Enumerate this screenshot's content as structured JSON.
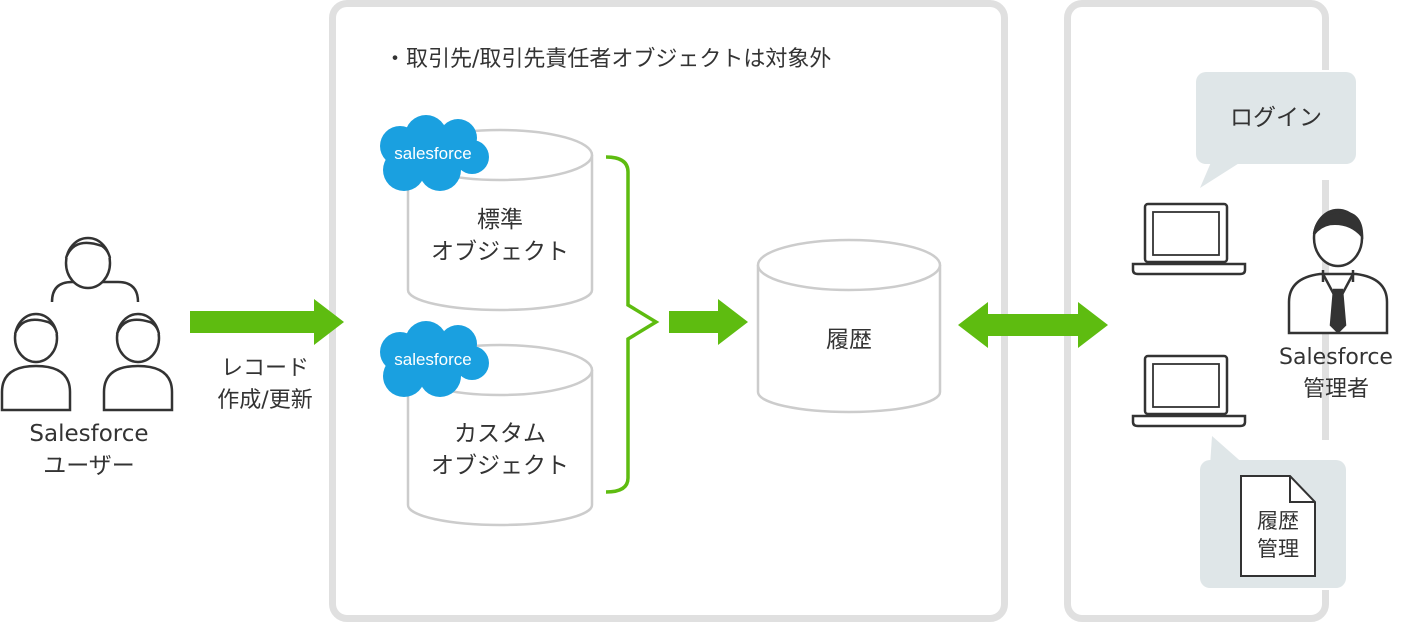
{
  "note": "・取引先/取引先責任者オブジェクトは対象外",
  "users": {
    "line1": "Salesforce",
    "line2": "ユーザー"
  },
  "action": {
    "line1": "レコード",
    "line2": "作成/更新"
  },
  "standard_object": {
    "line1": "標準",
    "line2": "オブジェクト"
  },
  "custom_object": {
    "line1": "カスタム",
    "line2": "オブジェクト"
  },
  "history": {
    "label": "履歴"
  },
  "admin": {
    "line1": "Salesforce",
    "line2": "管理者"
  },
  "login_bubble": {
    "label": "ログイン"
  },
  "history_mgmt": {
    "line1": "履歴",
    "line2": "管理"
  },
  "logo_text": "salesforce",
  "colors": {
    "arrow": "#5ebc10",
    "panel_border": "#e0e0e0",
    "cloud": "#1aa0e0",
    "bubble": "#dfe6e8",
    "stroke": "#333333"
  }
}
